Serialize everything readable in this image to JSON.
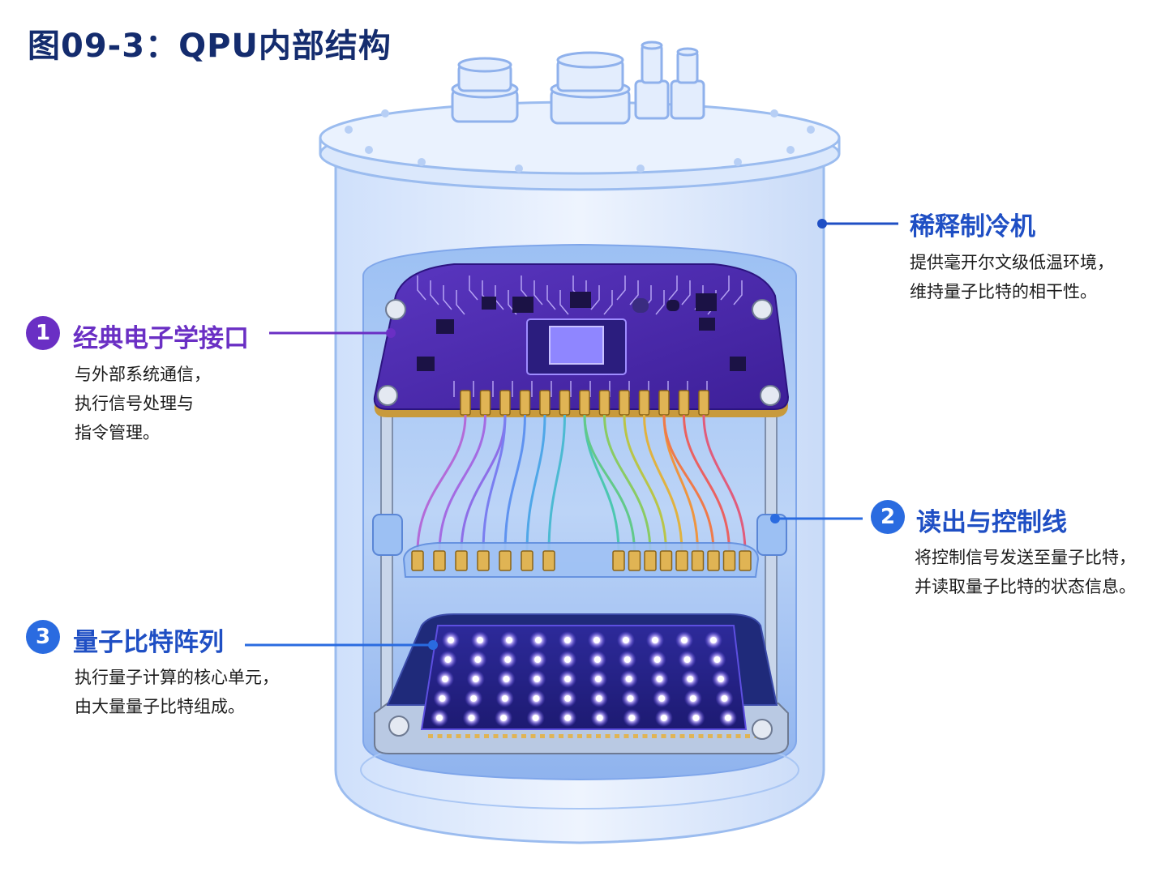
{
  "title": "图09-3：QPU内部结构",
  "colors": {
    "title": "#142c6e",
    "blue_label": "#1f4fc4",
    "purple_label": "#6a2fc4",
    "badge_purple": "#6a2fc4",
    "badge_blue": "#2a6be0",
    "board_purple": "#4f2bb0",
    "qubit_glow": "#c9b8ff"
  },
  "labels": {
    "fridge": {
      "name": "稀释制冷机",
      "lines": [
        "提供毫开尔文级低温环境，",
        "维持量子比特的相干性。"
      ]
    },
    "interface": {
      "number": "1",
      "name": "经典电子学接口",
      "lines": [
        "与外部系统通信，",
        "执行信号处理与",
        "指令管理。"
      ]
    },
    "wires": {
      "number": "2",
      "name": "读出与控制线",
      "lines": [
        "将控制信号发送至量子比特，",
        "并读取量子比特的状态信息。"
      ]
    },
    "qubits": {
      "number": "3",
      "name": "量子比特阵列",
      "lines": [
        "执行量子计算的核心单元，",
        "由大量量子比特组成。"
      ]
    }
  },
  "icons": [
    "connector-port-icon",
    "chip-icon",
    "qubit-dot-icon",
    "leader-line-dot-icon"
  ]
}
